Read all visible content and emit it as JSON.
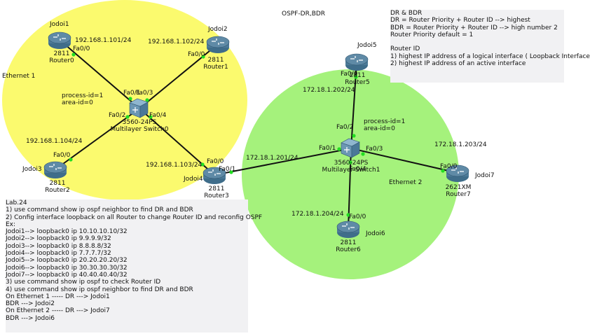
{
  "title": "OSPF-DR,BDR",
  "areas": [
    {
      "name": "ethernet-1",
      "label": "Ethernet 1",
      "color": "#fbfa6e"
    },
    {
      "name": "ethernet-2",
      "label": "Ethernet 2",
      "color": "#a5f27c"
    }
  ],
  "devices": [
    {
      "id": "router0",
      "kind": "router",
      "model": "2811",
      "name": "Router0",
      "hostname": "Jodoi1"
    },
    {
      "id": "router1",
      "kind": "router",
      "model": "2811",
      "name": "Router1",
      "hostname": "Jodoi2"
    },
    {
      "id": "router2",
      "kind": "router",
      "model": "2811",
      "name": "Router2",
      "hostname": "Jodoi3"
    },
    {
      "id": "router3",
      "kind": "router",
      "model": "2811",
      "name": "Router3",
      "hostname": "Jodoi4"
    },
    {
      "id": "router5",
      "kind": "router",
      "model": "2811",
      "name": "Router5",
      "hostname": "Jodoi5"
    },
    {
      "id": "router6",
      "kind": "router",
      "model": "2811",
      "name": "Router6",
      "hostname": "Jodoi6"
    },
    {
      "id": "router7",
      "kind": "router",
      "model": "2621XM",
      "name": "Router7",
      "hostname": "Jodoi7"
    },
    {
      "id": "switch0",
      "kind": "switch",
      "model": "3560-24PS",
      "name": "Multilayer Switch0"
    },
    {
      "id": "switch1",
      "kind": "switch",
      "model": "3560-24PS",
      "name": "Multilayer Switch1"
    }
  ],
  "switch_configs": [
    {
      "switch": "switch0",
      "process_id": "process-id=1",
      "area_id": "area-id=0"
    },
    {
      "switch": "switch1",
      "process_id": "process-id=1",
      "area_id": "area-id=0"
    }
  ],
  "links": [
    {
      "id": "link-r0-sw0",
      "from": "router0",
      "to": "switch0",
      "from_port": "Fa0/0",
      "to_port": "Fa0/1",
      "ip": "192.168.1.101/24"
    },
    {
      "id": "link-r1-sw0",
      "from": "router1",
      "to": "switch0",
      "from_port": "Fa0/0",
      "to_port": "Fa0/3",
      "ip": "192.168.1.102/24"
    },
    {
      "id": "link-r2-sw0",
      "from": "router2",
      "to": "switch0",
      "from_port": "Fa0/0",
      "to_port": "Fa0/2",
      "ip": "192.168.1.104/24"
    },
    {
      "id": "link-r3-sw0",
      "from": "router3",
      "to": "switch0",
      "from_port": "Fa0/0",
      "to_port": "Fa0/4",
      "ip": "192.168.1.103/24"
    },
    {
      "id": "link-r3-sw1",
      "from": "router3",
      "to": "switch1",
      "from_port": "Fa0/1",
      "to_port": "Fa0/1",
      "ip": "172.18.1.201/24"
    },
    {
      "id": "link-r5-sw1",
      "from": "router5",
      "to": "switch1",
      "from_port": "Fa0/0",
      "to_port": "Fa0/2",
      "ip": "172.18.1.202/24"
    },
    {
      "id": "link-r7-sw1",
      "from": "router7",
      "to": "switch1",
      "from_port": "Fa0/0",
      "to_port": "Fa0/3",
      "ip": "172.18.1.203/24"
    },
    {
      "id": "link-r6-sw1",
      "from": "router6",
      "to": "switch1",
      "from_port": "Fa0/0",
      "to_port": "Fa0/4",
      "ip": "172.18.1.204/24"
    }
  ],
  "dr_note": [
    "DR & BDR",
    "DR     = Router Priority + Router ID  --> highest",
    "BDR  = Router Priority + Router ID --> high number 2",
    "Router Priority default = 1",
    "",
    "Router ID",
    "1) highest IP address of a logical interface  ( Loopback Interface",
    "2) highest IP address of an active interface"
  ],
  "lab_note": [
    "Lab.24",
    "1) use command show ip ospf neighbor to find DR and BDR",
    "2) Config interface loopback on all Router  to change Router ID and reconfig  OSPF",
    "Ex:",
    "Jodoi1--> loopback0  ip 10.10.10.10/32",
    "Jodoi2--> loopback0  ip 9.9.9.9/32",
    "Jodoi3--> loopback0  ip 8.8.8.8/32",
    "Jodoi4--> loopback0  ip 7.7.7.7/32",
    "Jodoi5--> loopback0  ip 20.20.20.20/32",
    "Jodoi6--> loopback0  ip 30.30.30.30/32",
    "Jodoi7--> loopback0  ip 40.40.40.40/32",
    "3) use command show ip ospf to check Router ID",
    "4) use command show ip ospf neighbor to find DR and BDR",
    "On Ethernet 1  -----   DR ---> Jodoi1",
    "     BDR ---> Jodoi2",
    "On Ethernet 2  -----   DR ---> Jodoi7",
    "     BDR ---> Jodoi6"
  ],
  "colors": {
    "link": "#111111",
    "port_dot": "#22dd22",
    "router_body": "#5f8aa6",
    "switch_body": "#6b97b4"
  }
}
